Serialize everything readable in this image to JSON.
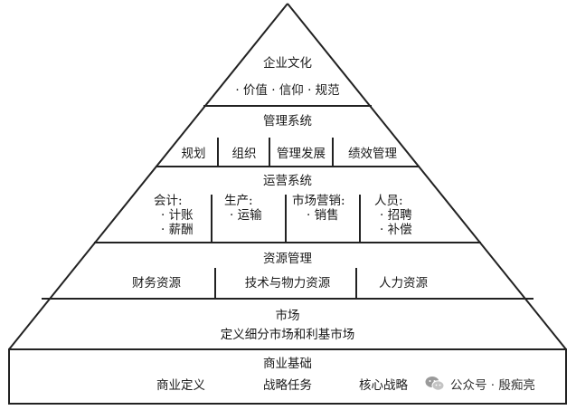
{
  "layers": {
    "culture": {
      "title": "企业文化",
      "subtitle": "· 价值 · 信仰 · 规范"
    },
    "management": {
      "title": "管理系统",
      "items": [
        "规划",
        "组织",
        "管理发展",
        "绩效管理"
      ]
    },
    "operations": {
      "title": "运营系统",
      "columns": [
        {
          "header": "会计:",
          "items": [
            "· 计账",
            "· 薪酬"
          ]
        },
        {
          "header": "生产:",
          "items": [
            "· 运输"
          ]
        },
        {
          "header": "市场营销:",
          "items": [
            "· 销售"
          ]
        },
        {
          "header": "人员:",
          "items": [
            "· 招聘",
            "· 补偿"
          ]
        }
      ]
    },
    "resources": {
      "title": "资源管理",
      "items": [
        "财务资源",
        "技术与物力资源",
        "人力资源"
      ]
    },
    "market": {
      "title": "市场",
      "subtitle": "定义细分市场和利基市场"
    },
    "foundation": {
      "title": "商业基础",
      "items": [
        "商业定义",
        "战略任务",
        "核心战略"
      ]
    }
  },
  "watermark": {
    "text": "公众号 · 殷痴亮",
    "icon": "wechat-icon"
  }
}
